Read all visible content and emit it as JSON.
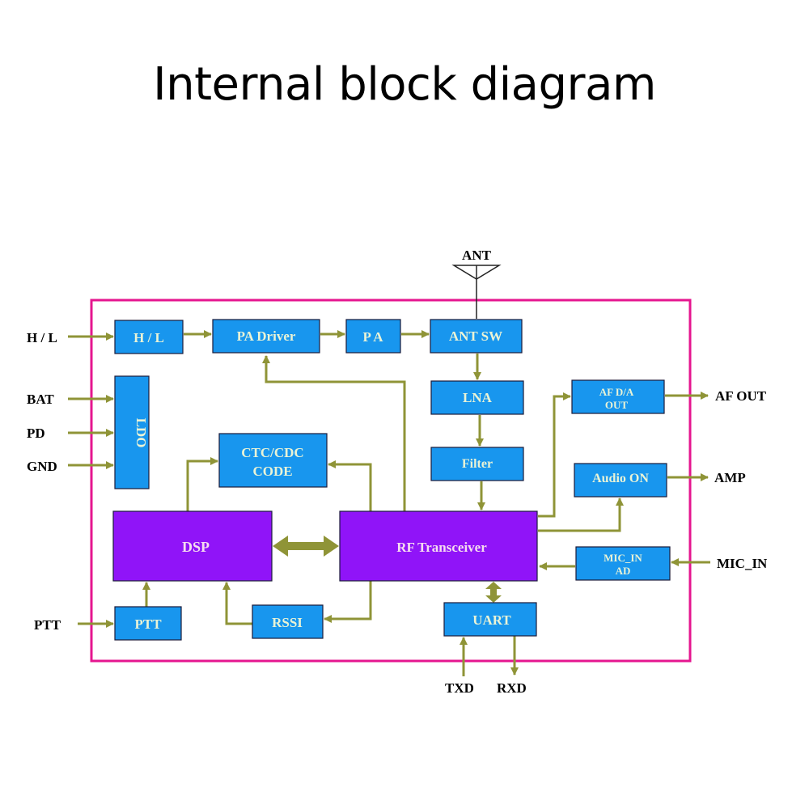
{
  "title": "Internal block diagram",
  "colors": {
    "border": "#e5168f",
    "block_blue": "#1896ee",
    "block_purple": "#9014f8",
    "block_text_blue": "#e9f3d6",
    "block_text_purple": "#f6dcef",
    "wire": "#8f9437",
    "text": "#000000"
  },
  "antenna": {
    "label": "ANT"
  },
  "blocks": {
    "hl": "H / L",
    "pa_driver": "PA Driver",
    "pa": "P A",
    "ant_sw": "ANT SW",
    "ldo": "LDO",
    "ctc_line1": "CTC/CDC",
    "ctc_line2": "CODE",
    "lna": "LNA",
    "filter": "Filter",
    "afda_line1": "AF D/A",
    "afda_line2": "OUT",
    "audio_on": "Audio ON",
    "dsp": "DSP",
    "rf": "RF Transceiver",
    "micad_line1": "MIC_IN",
    "micad_line2": "AD",
    "ptt": "PTT",
    "rssi": "RSSI",
    "uart": "UART"
  },
  "pins": {
    "hl": "H / L",
    "bat": "BAT",
    "pd": "PD",
    "gnd": "GND",
    "ptt": "PTT",
    "af_out": "AF OUT",
    "amp": "AMP",
    "mic_in": "MIC_IN",
    "txd": "TXD",
    "rxd": "RXD"
  }
}
